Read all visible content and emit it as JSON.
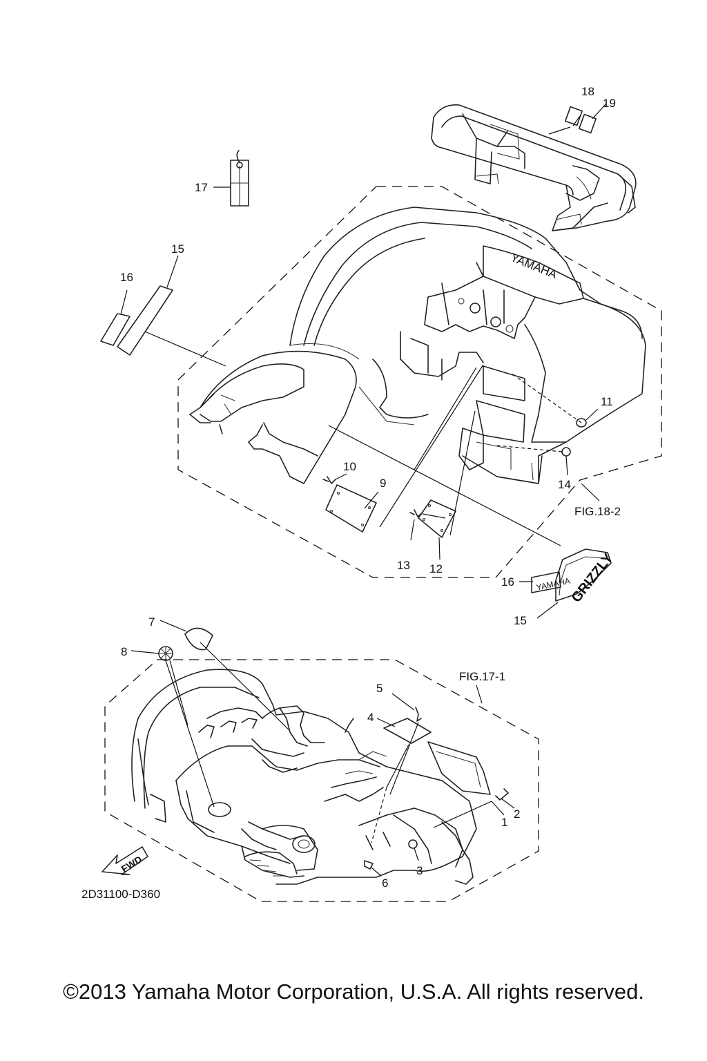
{
  "callouts": {
    "c1": "1",
    "c2": "2",
    "c3": "3",
    "c4": "4",
    "c5": "5",
    "c6": "6",
    "c7": "7",
    "c8": "8",
    "c9": "9",
    "c10": "10",
    "c11": "11",
    "c12": "12",
    "c13": "13",
    "c14": "14",
    "c15a": "15",
    "c15b": "15",
    "c16a": "16",
    "c16b": "16",
    "c17": "17",
    "c18": "18",
    "c19": "19"
  },
  "figure_refs": {
    "rear": "FIG.18-2",
    "front": "FIG.17-1"
  },
  "decal_text": {
    "yamaha_small": "YAMAHA",
    "grizzly": "GRIZZLY",
    "fender_logo": "YAMAHA"
  },
  "direction_label": "FWD",
  "diagram_code": "2D31100-D360",
  "copyright": "©2013 Yamaha Motor Corporation, U.S.A. All rights reserved."
}
